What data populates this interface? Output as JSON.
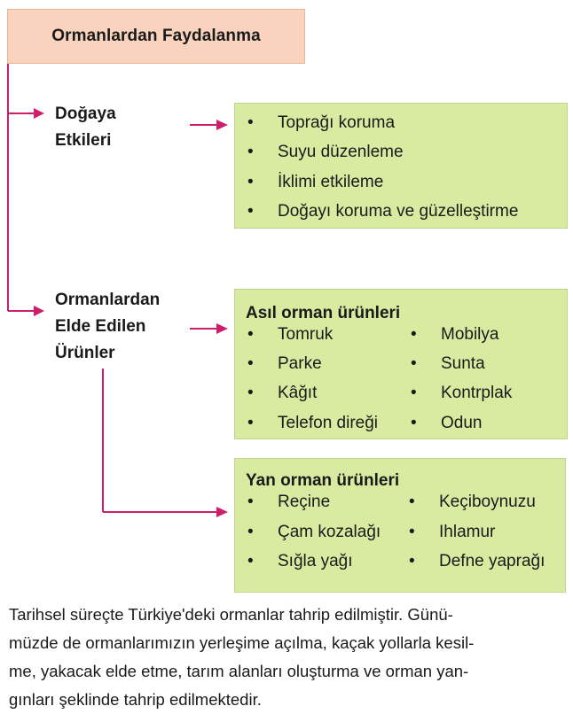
{
  "title": "Ormanlardan Faydalanma",
  "colors": {
    "title_bg": "#f9d3bd",
    "box_bg": "#d9eba0",
    "connector": "#cc1f6a"
  },
  "branches": {
    "nature": {
      "label_line1": "Doğaya",
      "label_line2": "Etkileri",
      "items": [
        "Toprağı koruma",
        "Suyu düzenleme",
        "İklimi etkileme",
        "Doğayı koruma ve güzelleştirme"
      ]
    },
    "products": {
      "label_line1": "Ormanlardan",
      "label_line2": "Elde Edilen",
      "label_line3": "Ürünler",
      "main": {
        "heading": "Asıl orman ürünleri",
        "col1": [
          "Tomruk",
          "Parke",
          "Kâğıt",
          "Telefon direği"
        ],
        "col2": [
          "Mobilya",
          "Sunta",
          "Kontrplak",
          "Odun"
        ]
      },
      "side": {
        "heading": "Yan orman ürünleri",
        "col1": [
          "Reçine",
          "Çam kozalağı",
          "Sığla yağı"
        ],
        "col2": [
          "Keçiboynuzu",
          "Ihlamur",
          "Defne yaprağı"
        ]
      }
    }
  },
  "bullet": "•",
  "paragraph_lines": [
    "Tarihsel süreçte Türkiye'deki ormanlar tahrip edilmiştir. Günü-",
    "müzde de ormanlarımızın yerleşime açılma, kaçak yollarla kesil-",
    "me, yakacak elde etme, tarım alanları oluşturma ve orman yan-",
    "gınları şeklinde tahrip edilmektedir."
  ]
}
